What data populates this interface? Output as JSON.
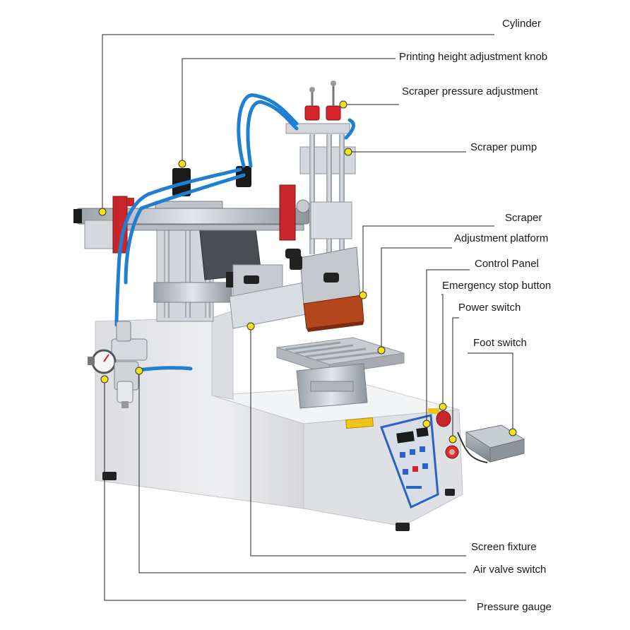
{
  "labels": {
    "cylinder": "Cylinder",
    "printing_height_knob": "Printing height adjustment knob",
    "scraper_pressure": "Scraper pressure adjustment",
    "scraper_pump": "Scraper pump",
    "scraper": "Scraper",
    "adjustment_platform": "Adjustment platform",
    "control_panel": "Control Panel",
    "emergency_stop": "Emergency stop button",
    "power_switch": "Power switch",
    "foot_switch": "Foot switch",
    "screen_fixture": "Screen fixture",
    "air_valve_switch": "Air valve switch",
    "pressure_gauge": "Pressure gauge"
  },
  "colors": {
    "leader_line": "#222222",
    "marker_dot": "#f5e11a",
    "machine_body": "#e9eaec",
    "air_tube": "#1f7fd1",
    "red_parts": "#c9262b",
    "panel_frame": "#2a63c4"
  }
}
